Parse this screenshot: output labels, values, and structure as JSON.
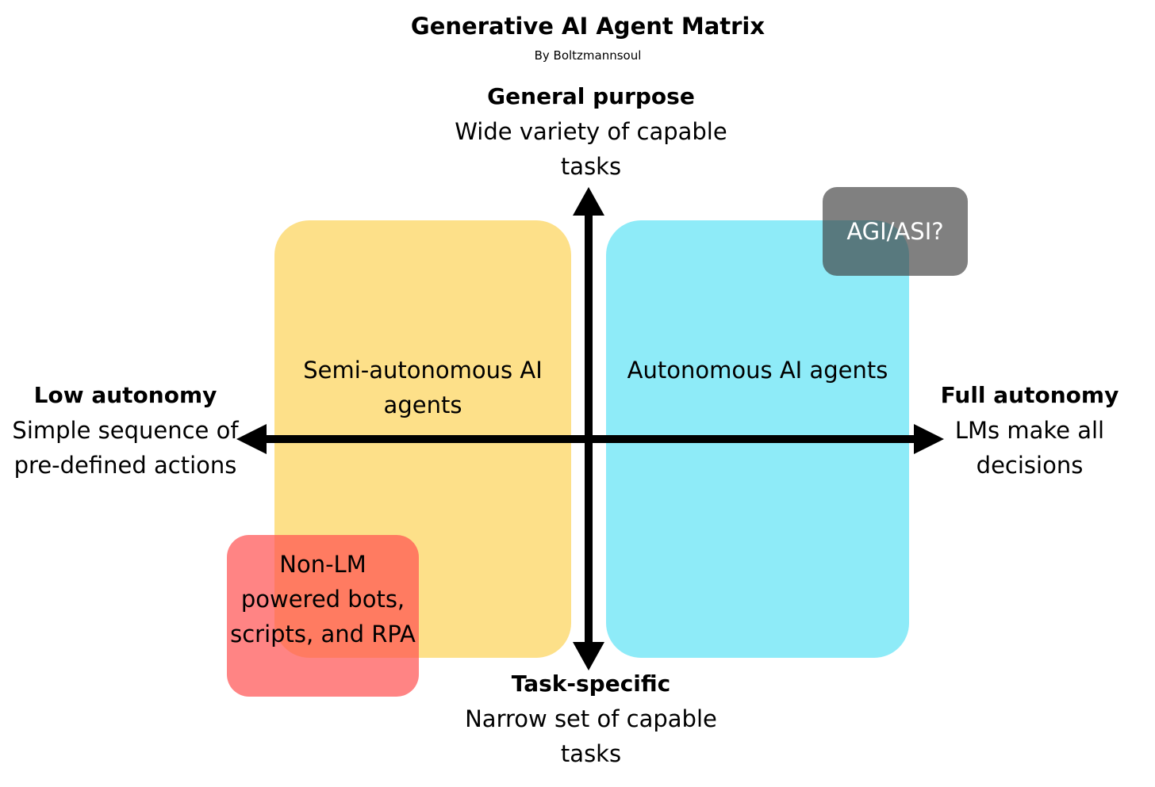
{
  "title": "Generative AI Agent Matrix",
  "subtitle": "By Boltzmannsoul",
  "axes": {
    "top": {
      "head": "General purpose",
      "desc": "Wide variety of capable tasks"
    },
    "bottom": {
      "head": "Task-specific",
      "desc": "Narrow set of capable tasks"
    },
    "left": {
      "head": "Low autonomy",
      "desc": "Simple sequence of pre-defined actions"
    },
    "right": {
      "head": "Full autonomy",
      "desc": "LMs make all decisions"
    }
  },
  "regions": {
    "semi": {
      "label": "Semi-autonomous AI agents",
      "color": "#fde089"
    },
    "auto": {
      "label": "Autonomous AI agents",
      "color": "#8eebf8"
    },
    "nonlm": {
      "label": "Non-LM powered bots, scripts, and RPA",
      "color": "#ff5050"
    },
    "agi": {
      "label": "AGI/ASI?",
      "color": "#3c3c3c"
    }
  }
}
